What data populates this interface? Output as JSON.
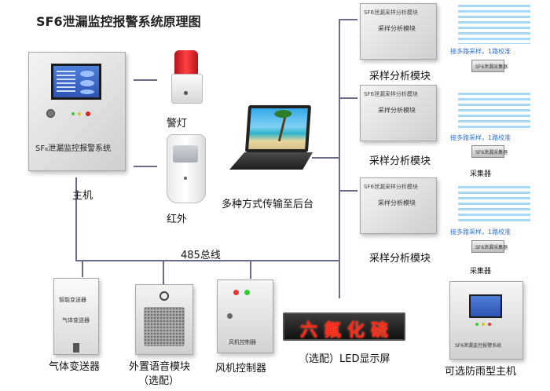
{
  "title": "SF6泄漏监控报警系统原理图",
  "host": {
    "caption": "主机",
    "panel_text": "SF₆泄漏监控报警系统"
  },
  "alarm_light": {
    "caption": "警灯"
  },
  "infrared": {
    "caption": "红外"
  },
  "laptop": {
    "caption": "多种方式传输至后台"
  },
  "bus": {
    "caption": "485总线"
  },
  "modules": [
    {
      "caption": "采样分析模块",
      "tag": "SF6泄漏采样分析模块",
      "inner": "采样分析模块",
      "note": "接多路采样，1路校准",
      "collector": ""
    },
    {
      "caption": "采样分析模块",
      "tag": "SF6泄漏采样分析模块",
      "inner": "采样分析模块",
      "note": "接多路采样，1路校准",
      "collector": "采集器"
    },
    {
      "caption": "采样分析模块",
      "tag": "SF6泄漏采样分析模块",
      "inner": "采样分析模块",
      "note": "接多路采样，1路校准",
      "collector": "采集器"
    }
  ],
  "collector_tag": "SF6泄漏采集器",
  "devices": {
    "gas_transmitter": {
      "caption": "气体变送器",
      "face_line1": "智能变送器",
      "face_line2": "气体变送器"
    },
    "voice_module": {
      "caption_line1": "外置语音模块",
      "caption_line2": "（选配）"
    },
    "fan_controller": {
      "caption": "风机控制器",
      "face": "风机控制器"
    },
    "led_screen": {
      "caption": "（选配）LED显示屏",
      "display_text": "六氟化硫"
    },
    "rainproof_host": {
      "caption": "可选防雨型主机",
      "face": "SF6泄漏监控报警系统"
    }
  },
  "colors": {
    "wire": "#6b6b8a",
    "led_red": "#ff2a1a",
    "note_blue": "#2a6fd6"
  }
}
